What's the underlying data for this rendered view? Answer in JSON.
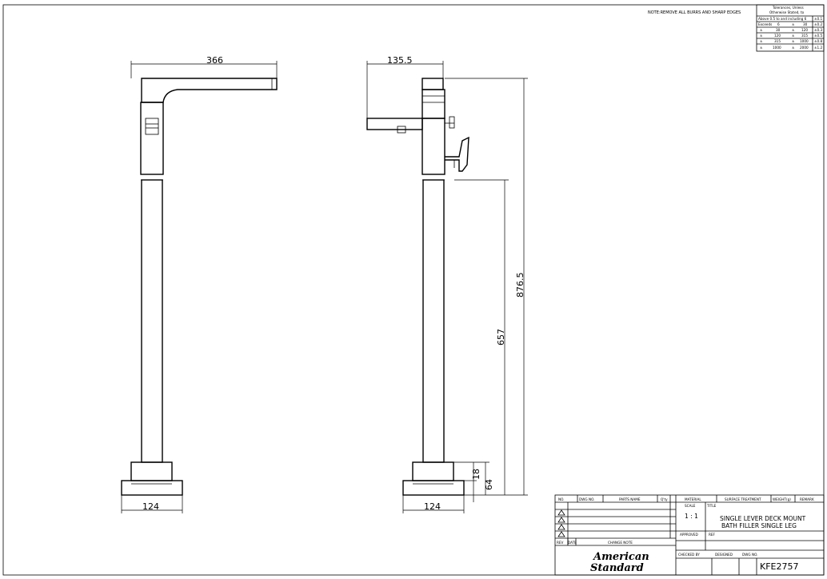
{
  "note": "NOTE:REMOVE ALL BURRS AND SHARP EDGES",
  "dimensions": {
    "spout_reach": "366",
    "side_reach": "135.5",
    "total_height": "876.5",
    "lever_height": "657",
    "base_height": "18",
    "base_total": "64",
    "base_width_front": "124",
    "base_width_side": "124"
  },
  "tolerance_table": {
    "title1": "Tolerances, Unless",
    "title2": "Otherwise Stated, to",
    "header": [
      "Above 0.5 to and including 6",
      "±0.1"
    ],
    "rows": [
      [
        "Exceeds",
        "6",
        "±",
        "30",
        "±0.2"
      ],
      [
        "±",
        "30",
        "±",
        "120",
        "±0.3"
      ],
      [
        "±",
        "120",
        "±",
        "315",
        "±0.5"
      ],
      [
        "±",
        "315",
        "±",
        "1000",
        "±0.8"
      ],
      [
        "±",
        "1000",
        "±",
        "2000",
        "±1.2"
      ]
    ]
  },
  "title_block": {
    "col_no": "NO.",
    "col_dwg": "DWG NO.",
    "col_parts": "PARTS NAME",
    "col_qty": "Q'ty",
    "col_material": "MATERIAL",
    "col_surface": "SURFACE TREATMENT",
    "col_weight": "WEIGHT(g)",
    "col_remark": "REMARK",
    "scale_label": "SCALE",
    "scale_value": "1 : 1",
    "title_label": "TITLE",
    "title_line1": "SINGLE LEVER DECK MOUNT",
    "title_line2": "BATH FILLER SINGLE LEG",
    "approved_label": "APPROVED",
    "ref_label": "REF",
    "rev_label": "REV",
    "date_label": "DATE",
    "change_note_label": "CHANGE NOTE",
    "checked_label": "CHECKED BY",
    "designed_label": "DESIGNED",
    "dwg_no_label": "DWG NO.",
    "dwg_no_value": "KFE2757",
    "logo_line1": "American",
    "logo_line2": "Standard"
  }
}
